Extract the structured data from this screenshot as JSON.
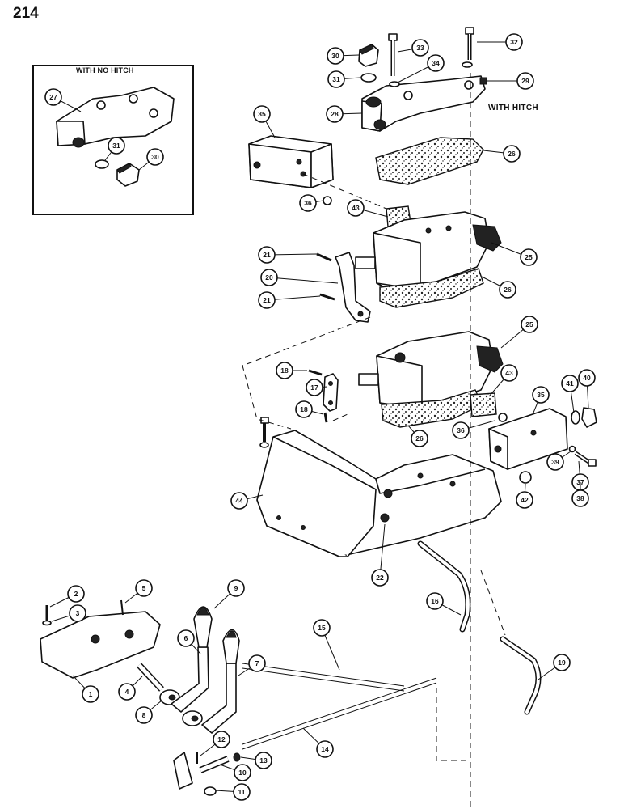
{
  "page_number": "214",
  "inset": {
    "title": "WITH NO HITCH"
  },
  "with_hitch_label": "WITH HITCH",
  "callouts": [
    "1",
    "2",
    "3",
    "4",
    "5",
    "6",
    "7",
    "8",
    "9",
    "10",
    "11",
    "12",
    "13",
    "14",
    "15",
    "16",
    "17",
    "18",
    "18",
    "19",
    "20",
    "21",
    "21",
    "22",
    "25",
    "25",
    "26",
    "26",
    "26",
    "27",
    "28",
    "29",
    "30",
    "30",
    "31",
    "31",
    "32",
    "33",
    "34",
    "35",
    "35",
    "36",
    "36",
    "37",
    "38",
    "39",
    "40",
    "41",
    "42",
    "43",
    "43",
    "44"
  ]
}
